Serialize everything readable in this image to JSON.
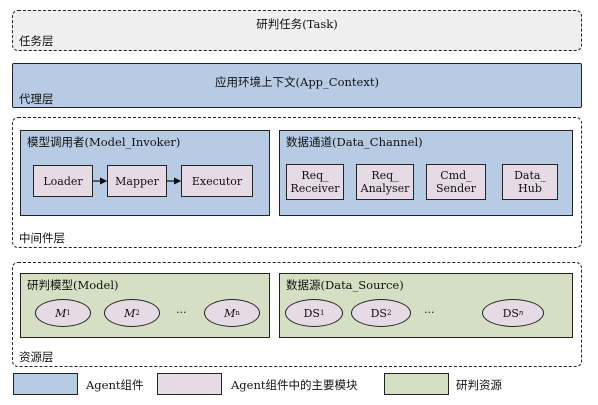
{
  "layers": {
    "task": {
      "name": "任务层",
      "content": "研判任务(Task)"
    },
    "proxy": {
      "name": "代理层",
      "content": "应用环境上下文(App_Context)"
    },
    "middleware": {
      "name": "中间件层",
      "model_invoker": {
        "title": "模型调用者(Model_Invoker)",
        "modules": [
          "Loader",
          "Mapper",
          "Executor"
        ]
      },
      "data_channel": {
        "title": "数据通道(Data_Channel)",
        "modules": [
          [
            "Req_",
            "Receiver"
          ],
          [
            "Req_",
            "Analyser"
          ],
          [
            "Cmd_",
            "Sender"
          ],
          [
            "Data_",
            "Hub"
          ]
        ]
      }
    },
    "resource": {
      "name": "资源层",
      "model": {
        "title": "研判模型(Model)",
        "items": [
          [
            "M",
            "1"
          ],
          [
            "M",
            "2"
          ],
          [
            "M",
            "n"
          ]
        ],
        "ellipsis": "···"
      },
      "data_source": {
        "title": "数据源(Data_Source)",
        "items": [
          [
            "DS",
            "1"
          ],
          [
            "DS",
            "2"
          ],
          [
            "DS",
            "n"
          ]
        ],
        "ellipsis": "···"
      }
    }
  },
  "legend": [
    {
      "label": "Agent组件",
      "color": "#b7cce4"
    },
    {
      "label": "Agent组件中的主要模块",
      "color": "#e6dbe4"
    },
    {
      "label": "研判资源",
      "color": "#d5dfc3"
    }
  ]
}
